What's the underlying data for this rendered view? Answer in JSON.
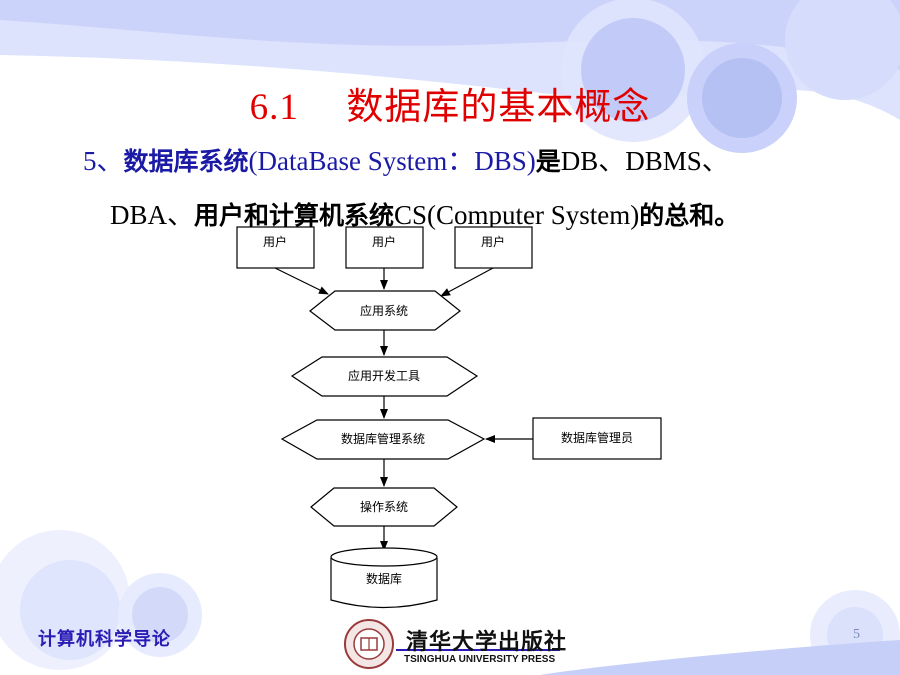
{
  "title": {
    "number": "6.1",
    "text": "数据库的基本概念"
  },
  "body": {
    "line1_prefix": "5、",
    "line1_cn": "数据库系统",
    "line1_en": "(DataBase System：DBS)",
    "line1_tail_cn": "是",
    "line1_tail": "DB、DBMS、",
    "line2_lead": "DBA、",
    "line2_cn": "用户和计算机系统",
    "line2_en": "CS(Computer System)",
    "line2_tail": "的总和。"
  },
  "diagram": {
    "users": [
      "用户",
      "用户",
      "用户"
    ],
    "app_system": "应用系统",
    "dev_tools": "应用开发工具",
    "dbms": "数据库管理系统",
    "dba": "数据库管理员",
    "os": "操作系统",
    "database": "数据库"
  },
  "footer": {
    "course": "计算机科学导论",
    "press_cn": "清华大学出版社",
    "press_en": "TSINGHUA UNIVERSITY PRESS",
    "page": "5"
  },
  "colors": {
    "title": "#e00000",
    "blue_text": "#1a1aa6",
    "decoration": "#b8c4f4"
  }
}
